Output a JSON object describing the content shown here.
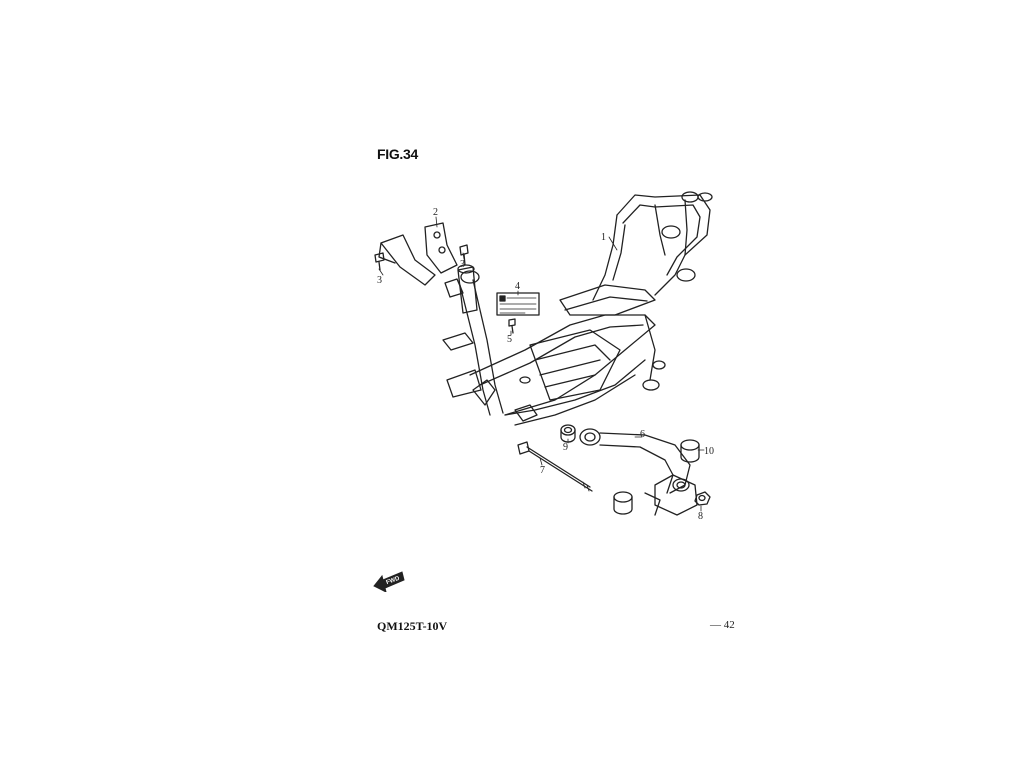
{
  "figure": {
    "title": "FIG.34",
    "callouts": [
      {
        "id": "1",
        "label": "1"
      },
      {
        "id": "2",
        "label": "2"
      },
      {
        "id": "3a",
        "label": "3"
      },
      {
        "id": "3b",
        "label": "3"
      },
      {
        "id": "4",
        "label": "4"
      },
      {
        "id": "5",
        "label": "5"
      },
      {
        "id": "6",
        "label": "6"
      },
      {
        "id": "7",
        "label": "7"
      },
      {
        "id": "8",
        "label": "8"
      },
      {
        "id": "9",
        "label": "9"
      },
      {
        "id": "10",
        "label": "10"
      }
    ],
    "fwd_label": "FWD"
  },
  "footer": {
    "model": "QM125T-10V",
    "page": "— 42"
  },
  "colors": {
    "ink": "#222222",
    "paper": "#ffffff"
  }
}
